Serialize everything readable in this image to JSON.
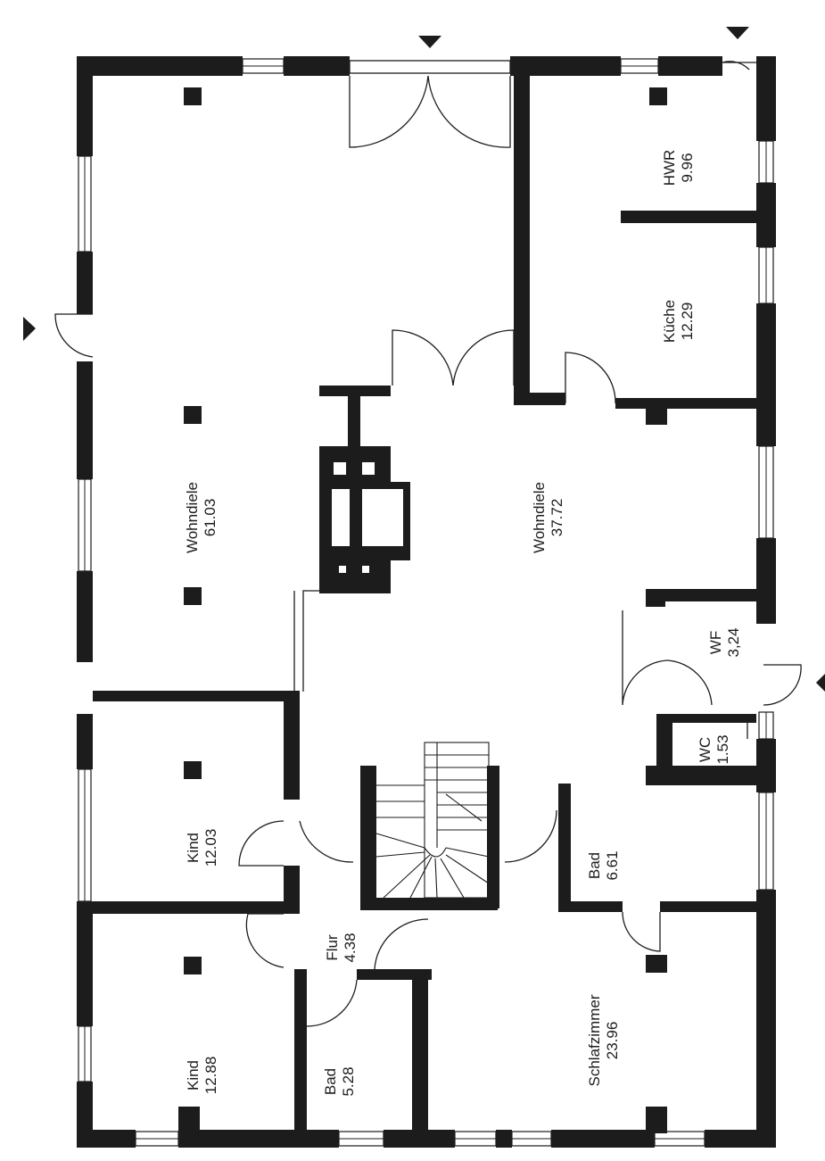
{
  "plan": {
    "rooms": [
      {
        "name": "Wohndiele",
        "area": "61.03"
      },
      {
        "name": "Wohndiele",
        "area": "37.72"
      },
      {
        "name": "HWR",
        "area": "9.96"
      },
      {
        "name": "Küche",
        "area": "12.29"
      },
      {
        "name": "WF",
        "area": "3,24"
      },
      {
        "name": "WC",
        "area": "1.53"
      },
      {
        "name": "Kind",
        "area": "12.03"
      },
      {
        "name": "Kind",
        "area": "12.88"
      },
      {
        "name": "Flur",
        "area": "4.38"
      },
      {
        "name": "Bad",
        "area": "6.61"
      },
      {
        "name": "Bad",
        "area": "5.28"
      },
      {
        "name": "Schlafzimmer",
        "area": "23.96"
      }
    ]
  }
}
